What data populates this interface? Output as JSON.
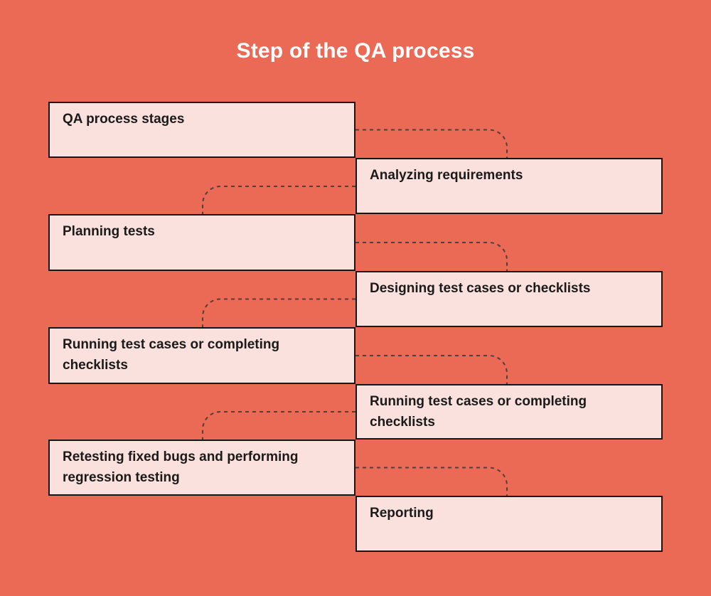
{
  "title": "Step of the QA process",
  "colors": {
    "background": "#EA6A56",
    "box_fill": "#FBE1DD",
    "box_border": "#161616",
    "box_text": "#1A1A1A",
    "connector_dash": "#523F39",
    "title_text": "#FFFFFF"
  },
  "steps": [
    {
      "label": "QA process stages",
      "side": "left"
    },
    {
      "label": "Analyzing requirements",
      "side": "right"
    },
    {
      "label": "Planning tests",
      "side": "left"
    },
    {
      "label": "Designing test cases or checklists",
      "side": "right"
    },
    {
      "label": "Running test cases or completing checklists",
      "side": "left"
    },
    {
      "label": "Running test cases or completing checklists",
      "side": "right"
    },
    {
      "label": "Retesting fixed bugs and performing regression testing",
      "side": "left"
    },
    {
      "label": "Reporting",
      "side": "right"
    }
  ]
}
